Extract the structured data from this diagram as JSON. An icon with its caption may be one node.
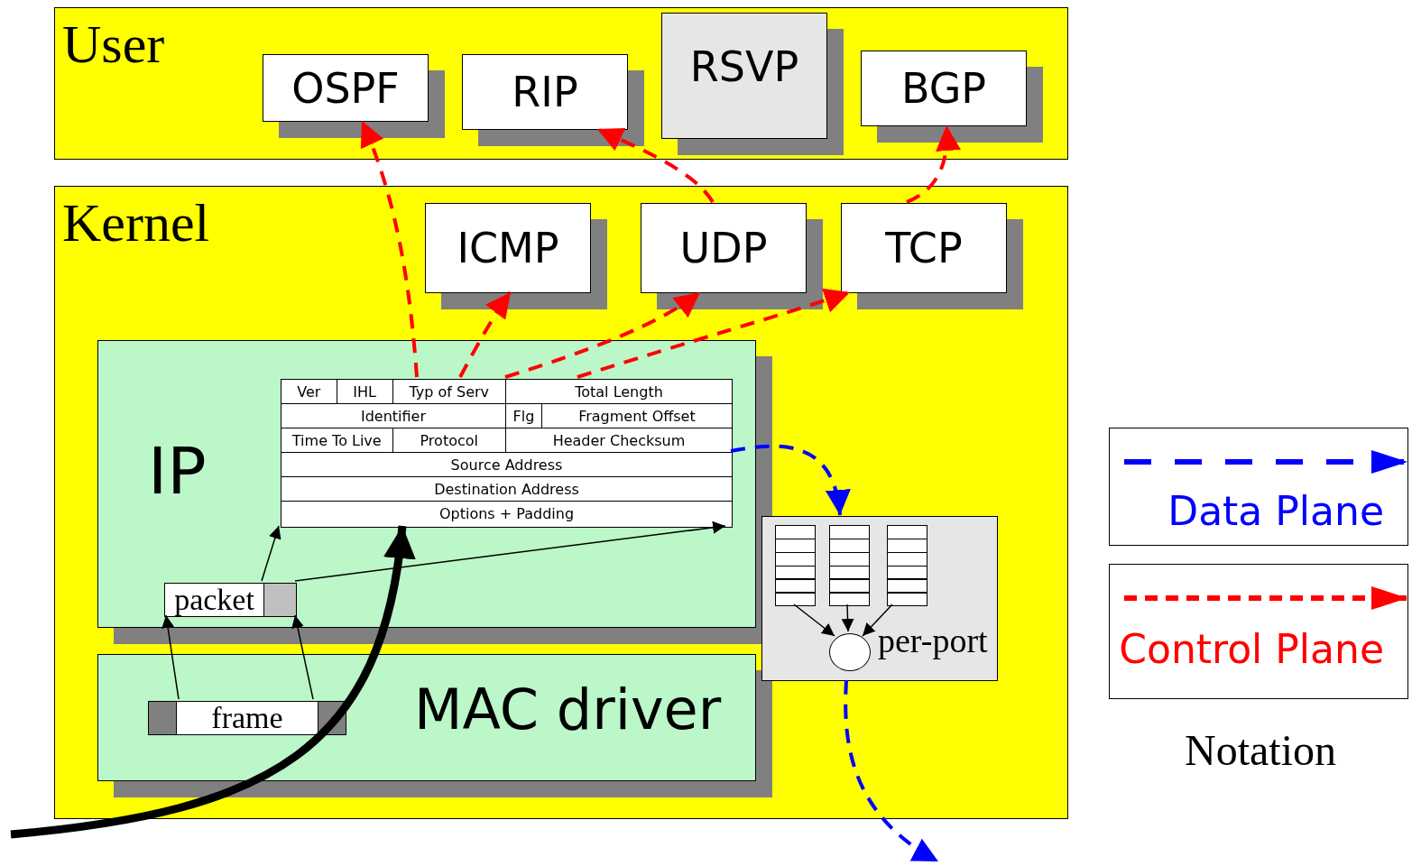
{
  "diagram": {
    "nodes": [
      {
        "text": [
          "User"
        ]
      },
      {
        "text": [
          "OSPF"
        ],
        "in": 0
      },
      {
        "text": [
          "RIP"
        ],
        "in": 0
      },
      {
        "text": [
          "RSVP"
        ],
        "in": 0
      },
      {
        "text": [
          "BGP"
        ],
        "in": 0
      },
      {
        "text": [
          "Kernel"
        ]
      },
      {
        "text": [
          "ICMP"
        ],
        "in": 5
      },
      {
        "text": [
          "UDP"
        ],
        "in": 5
      },
      {
        "text": [
          "TCP"
        ],
        "in": 5
      },
      {
        "text": [
          "IP"
        ],
        "in": 5
      },
      {
        "text": [
          "Ver",
          "IHL",
          "Typ of Serv",
          "Total Length",
          "Identifier",
          "Flg",
          "Fragment Offset",
          "Time To Live",
          "Protocol",
          "Header Checksum",
          "Source Address",
          "Destination Address",
          "Options + Padding"
        ],
        "in": 9
      },
      {
        "text": [
          "packet"
        ],
        "in": 9
      },
      {
        "text": [
          "MAC driver"
        ],
        "in": 5
      },
      {
        "text": [
          "frame"
        ],
        "in": 12
      },
      {
        "text": [
          "per-port"
        ],
        "in": 5
      },
      {
        "text": [],
        "shape": "box",
        "in": 14
      },
      {
        "text": [],
        "shape": "box",
        "in": 14
      },
      {
        "text": [],
        "shape": "box",
        "in": 14
      },
      {
        "text": [],
        "shape": "circle",
        "in": 14
      }
    ],
    "edges": [
      {
        "from": 10,
        "to": 1,
        "arrow": "to",
        "style": "dashed",
        "color": "#ff0000"
      },
      {
        "from": 10,
        "to": 6,
        "arrow": "to",
        "style": "dashed",
        "color": "#ff0000"
      },
      {
        "from": 10,
        "to": 7,
        "arrow": "to",
        "style": "dashed",
        "color": "#ff0000"
      },
      {
        "from": 10,
        "to": 8,
        "arrow": "to",
        "style": "dashed",
        "color": "#ff0000"
      },
      {
        "from": 7,
        "to": 2,
        "arrow": "to",
        "style": "dashed",
        "color": "#ff0000"
      },
      {
        "from": 8,
        "to": 4,
        "arrow": "to",
        "style": "dashed",
        "color": "#ff0000"
      },
      {
        "from": 10,
        "to": 14,
        "arrow": "to",
        "style": "dashed",
        "color": "#0000ff"
      },
      {
        "from": 14,
        "to": null,
        "arrow": "to",
        "style": "dashed",
        "color": "#0000ff"
      },
      {
        "from": null,
        "to": 10,
        "arrow": "to",
        "style": "thick"
      },
      {
        "from": 11,
        "to": 10,
        "arrow": "to"
      },
      {
        "from": 11,
        "to": 10,
        "arrow": "to"
      },
      {
        "from": 13,
        "to": 11,
        "arrow": "to"
      },
      {
        "from": 13,
        "to": 11,
        "arrow": "to"
      },
      {
        "from": 15,
        "to": 18,
        "arrow": "to"
      },
      {
        "from": 16,
        "to": 18,
        "arrow": "to"
      },
      {
        "from": 17,
        "to": 18,
        "arrow": "to"
      }
    ],
    "labels": [
      "Notation"
    ],
    "legend": [
      {
        "text": "Data Plane"
      },
      {
        "text": "Control Plane"
      }
    ]
  }
}
